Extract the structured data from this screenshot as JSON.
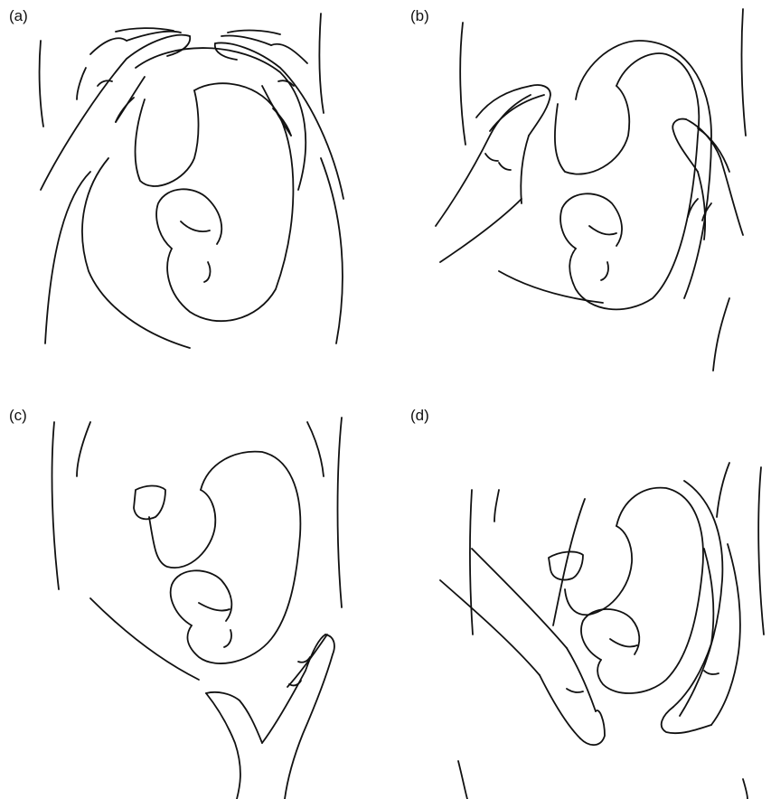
{
  "panels": [
    {
      "label": "(a)"
    },
    {
      "label": "(b)"
    },
    {
      "label": "(c)"
    },
    {
      "label": "(d)"
    }
  ],
  "style": {
    "stroke": "#111111",
    "background": "#ffffff"
  }
}
